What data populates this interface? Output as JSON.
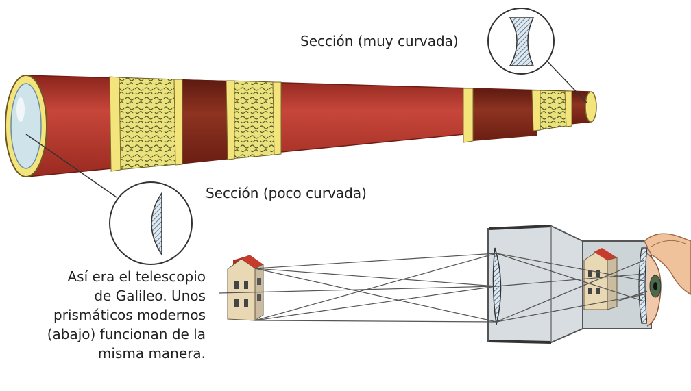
{
  "labels": {
    "section_high_curvature": "Sección (muy curvada)",
    "section_low_curvature": "Sección (poco curvada)"
  },
  "caption": {
    "line1": "Así era el telescopio",
    "line2": "de Galileo. Unos",
    "line3": "prismáticos modernos",
    "line4": "(abajo) funcionan de la",
    "line5": "misma manera."
  },
  "colors": {
    "tube_red": "#b8332b",
    "tube_dark": "#7a2418",
    "band_yellow": "#f2e27a",
    "pattern_bg": "#e8e27c",
    "lens_blue": "#9fc3d8",
    "house_roof": "#c73a2c",
    "binocular_gray": "#c9cfd3"
  }
}
